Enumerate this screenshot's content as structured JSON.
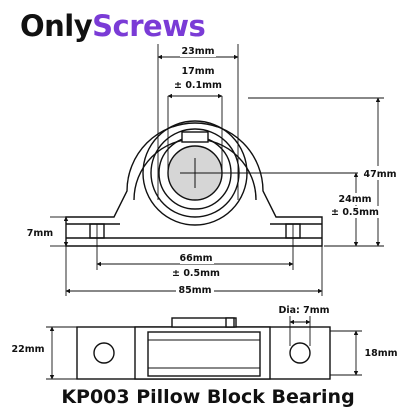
{
  "brand": {
    "part1": "Only",
    "part2": "Screws",
    "accent_color": "#7a3bd6"
  },
  "title": "KP003 Pillow Block Bearing",
  "dimensions": {
    "top_span": "23mm",
    "bore": "17mm",
    "bore_tol": "± 0.1mm",
    "total_height": "47mm",
    "center_height": "24mm",
    "center_height_tol": "± 0.5mm",
    "base_thickness": "7mm",
    "hole_spacing": "66mm",
    "hole_spacing_tol": "± 0.5mm",
    "total_length": "85mm",
    "hole_dia": "Dia: 7mm",
    "width_total": "22mm",
    "width_ring": "18mm"
  }
}
